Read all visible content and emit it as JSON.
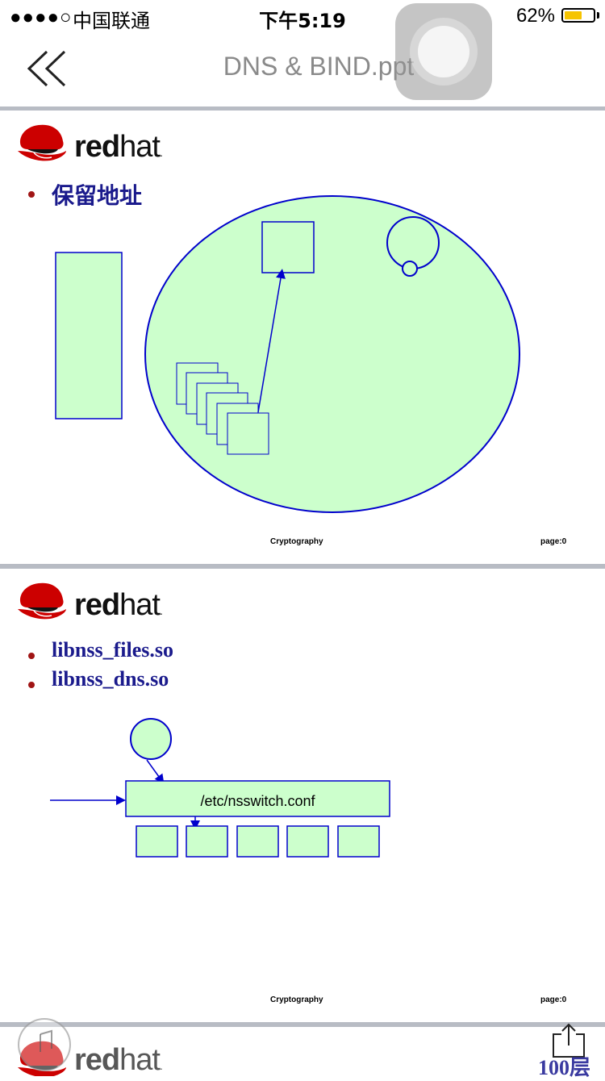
{
  "status_bar": {
    "signal": "●●●●○",
    "carrier": "中国联通",
    "time": "下午5:19",
    "battery": "62%",
    "battery_level": 0.62,
    "battery_color": "#f6c400"
  },
  "nav": {
    "back_icon": "double-chevron-left-icon",
    "title": "DNS & BIND.ppt"
  },
  "slides": [
    {
      "logo": {
        "red": "red",
        "hat": "hat",
        "dot": "."
      },
      "bullets": [
        "保留地址"
      ],
      "footer": {
        "center": "Cryptography",
        "page_label": "page:",
        "page_num": "0"
      }
    },
    {
      "logo": {
        "red": "red",
        "hat": "hat",
        "dot": "."
      },
      "bullets": [
        "libnss_files.so",
        "libnss_dns.so"
      ],
      "diagram": {
        "box_label": "/etc/nsswitch.conf"
      },
      "footer": {
        "center": "Cryptography",
        "page_label": "page:",
        "page_num": "0"
      }
    },
    {
      "logo": {
        "red": "red",
        "hat": "hat",
        "dot": "."
      }
    }
  ],
  "bottom_bar": {
    "share_icon": "share-icon",
    "floor": "100层"
  },
  "colors": {
    "diagram_fill": "#ccffcc",
    "diagram_stroke": "#0000cc",
    "bullet_text": "#1a1a8c",
    "bullet_dot": "#a01515"
  }
}
